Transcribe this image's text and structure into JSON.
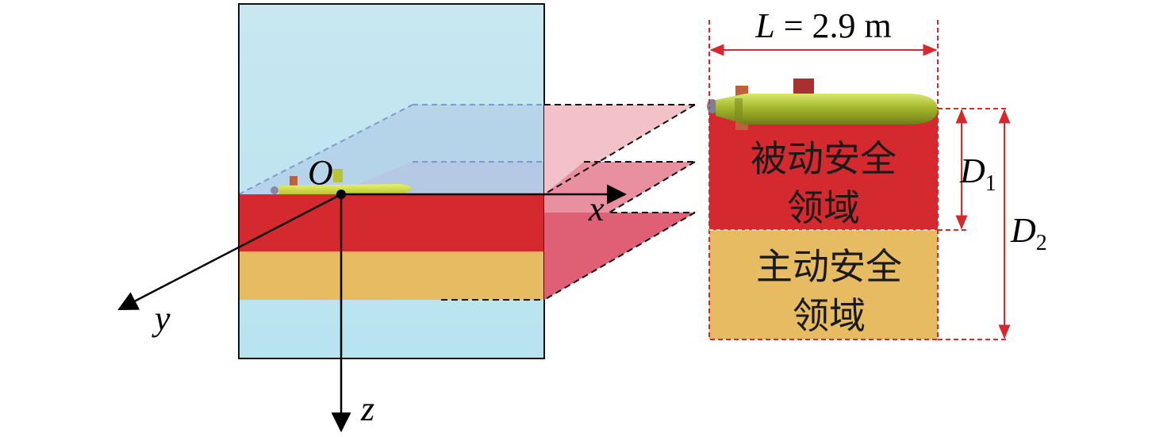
{
  "labels": {
    "origin": "O",
    "x_axis": "x",
    "y_axis": "y",
    "z_axis": "z",
    "length_var": "L",
    "length_eq": " = 2.9 m",
    "depth1_var": "D",
    "depth1_sub": "1",
    "depth2_var": "D",
    "depth2_sub": "2",
    "passive_zone_line1": "被动安全",
    "passive_zone_line2": "领域",
    "active_zone_line1": "主动安全",
    "active_zone_line2": "领域"
  },
  "colors": {
    "water": "#bfe6f2",
    "passive_zone": "#d42a2f",
    "active_zone": "#e6bb62",
    "plane_light": "#f2c2c8",
    "plane_mid": "#e8909f",
    "plane_dark": "#df6074",
    "dimension": "#d42a2f",
    "vehicle_body": "#a6b82c",
    "vehicle_fin": "#c0603a",
    "vehicle_sail": "#a83030"
  },
  "icons": {
    "vehicle": "auv-icon"
  }
}
